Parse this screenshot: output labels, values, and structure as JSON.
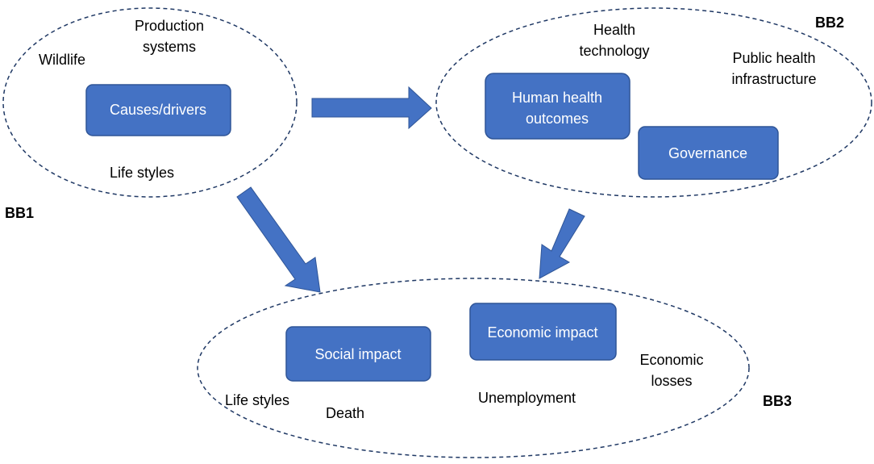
{
  "colors": {
    "box_fill": "#4472C4",
    "box_stroke": "#2F5597",
    "arrow_fill": "#4472C4",
    "ellipse_stroke": "#1F3864",
    "text": "#000000",
    "box_text": "#ffffff"
  },
  "groups": {
    "bb1": {
      "label": "BB1"
    },
    "bb2": {
      "label": "BB2"
    },
    "bb3": {
      "label": "BB3"
    }
  },
  "boxes": {
    "causes_drivers": "Causes/drivers",
    "human_health_outcomes": [
      "Human health",
      "outcomes"
    ],
    "governance": "Governance",
    "social_impact": "Social impact",
    "economic_impact": "Economic impact"
  },
  "labels": {
    "wildlife": "Wildlife",
    "production_systems": [
      "Production",
      "systems"
    ],
    "life_styles_bb1": "Life styles",
    "health_technology": [
      "Health",
      "technology"
    ],
    "public_health_infrastructure": [
      "Public health",
      "infrastructure"
    ],
    "life_styles_bb3": "Life styles",
    "death": "Death",
    "unemployment": "Unemployment",
    "economic_losses": [
      "Economic",
      "losses"
    ]
  }
}
